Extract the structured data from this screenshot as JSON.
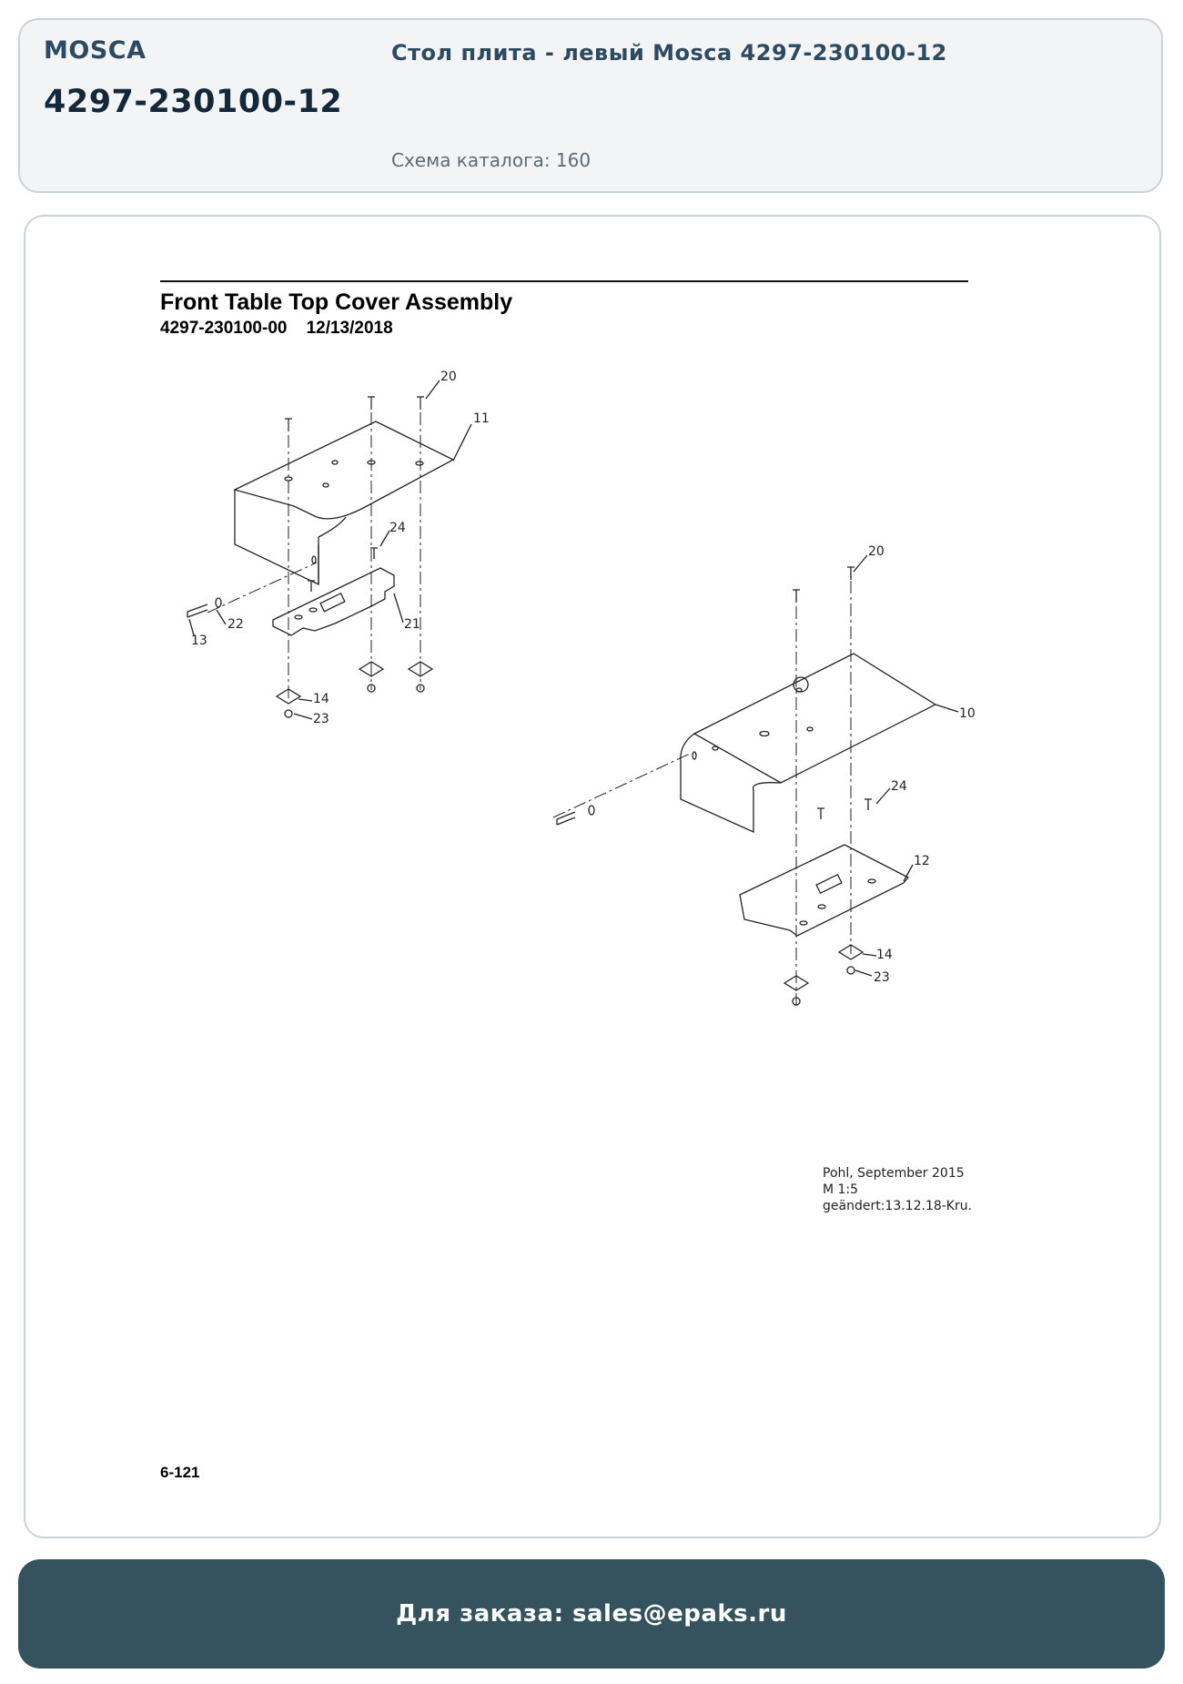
{
  "header": {
    "brand": "MOSCA",
    "sku": "4297-230100-12",
    "title": "Стол плита - левый Mosca 4297-230100-12",
    "catalog": "Схема каталога: 160"
  },
  "drawing": {
    "title": "Front Table Top Cover Assembly",
    "subtitle": "4297-230100-00    12/13/2018",
    "page_number": "6-121",
    "callouts_left": [
      "20",
      "11",
      "24",
      "21",
      "22",
      "13",
      "14",
      "23"
    ],
    "callouts_right": [
      "20",
      "10",
      "24",
      "12",
      "14",
      "23"
    ],
    "notes": [
      "Pohl, September 2015",
      "M 1:5",
      "geändert:13.12.18-Kru."
    ]
  },
  "footer": {
    "order_text": "Для заказа: sales@epaks.ru"
  }
}
